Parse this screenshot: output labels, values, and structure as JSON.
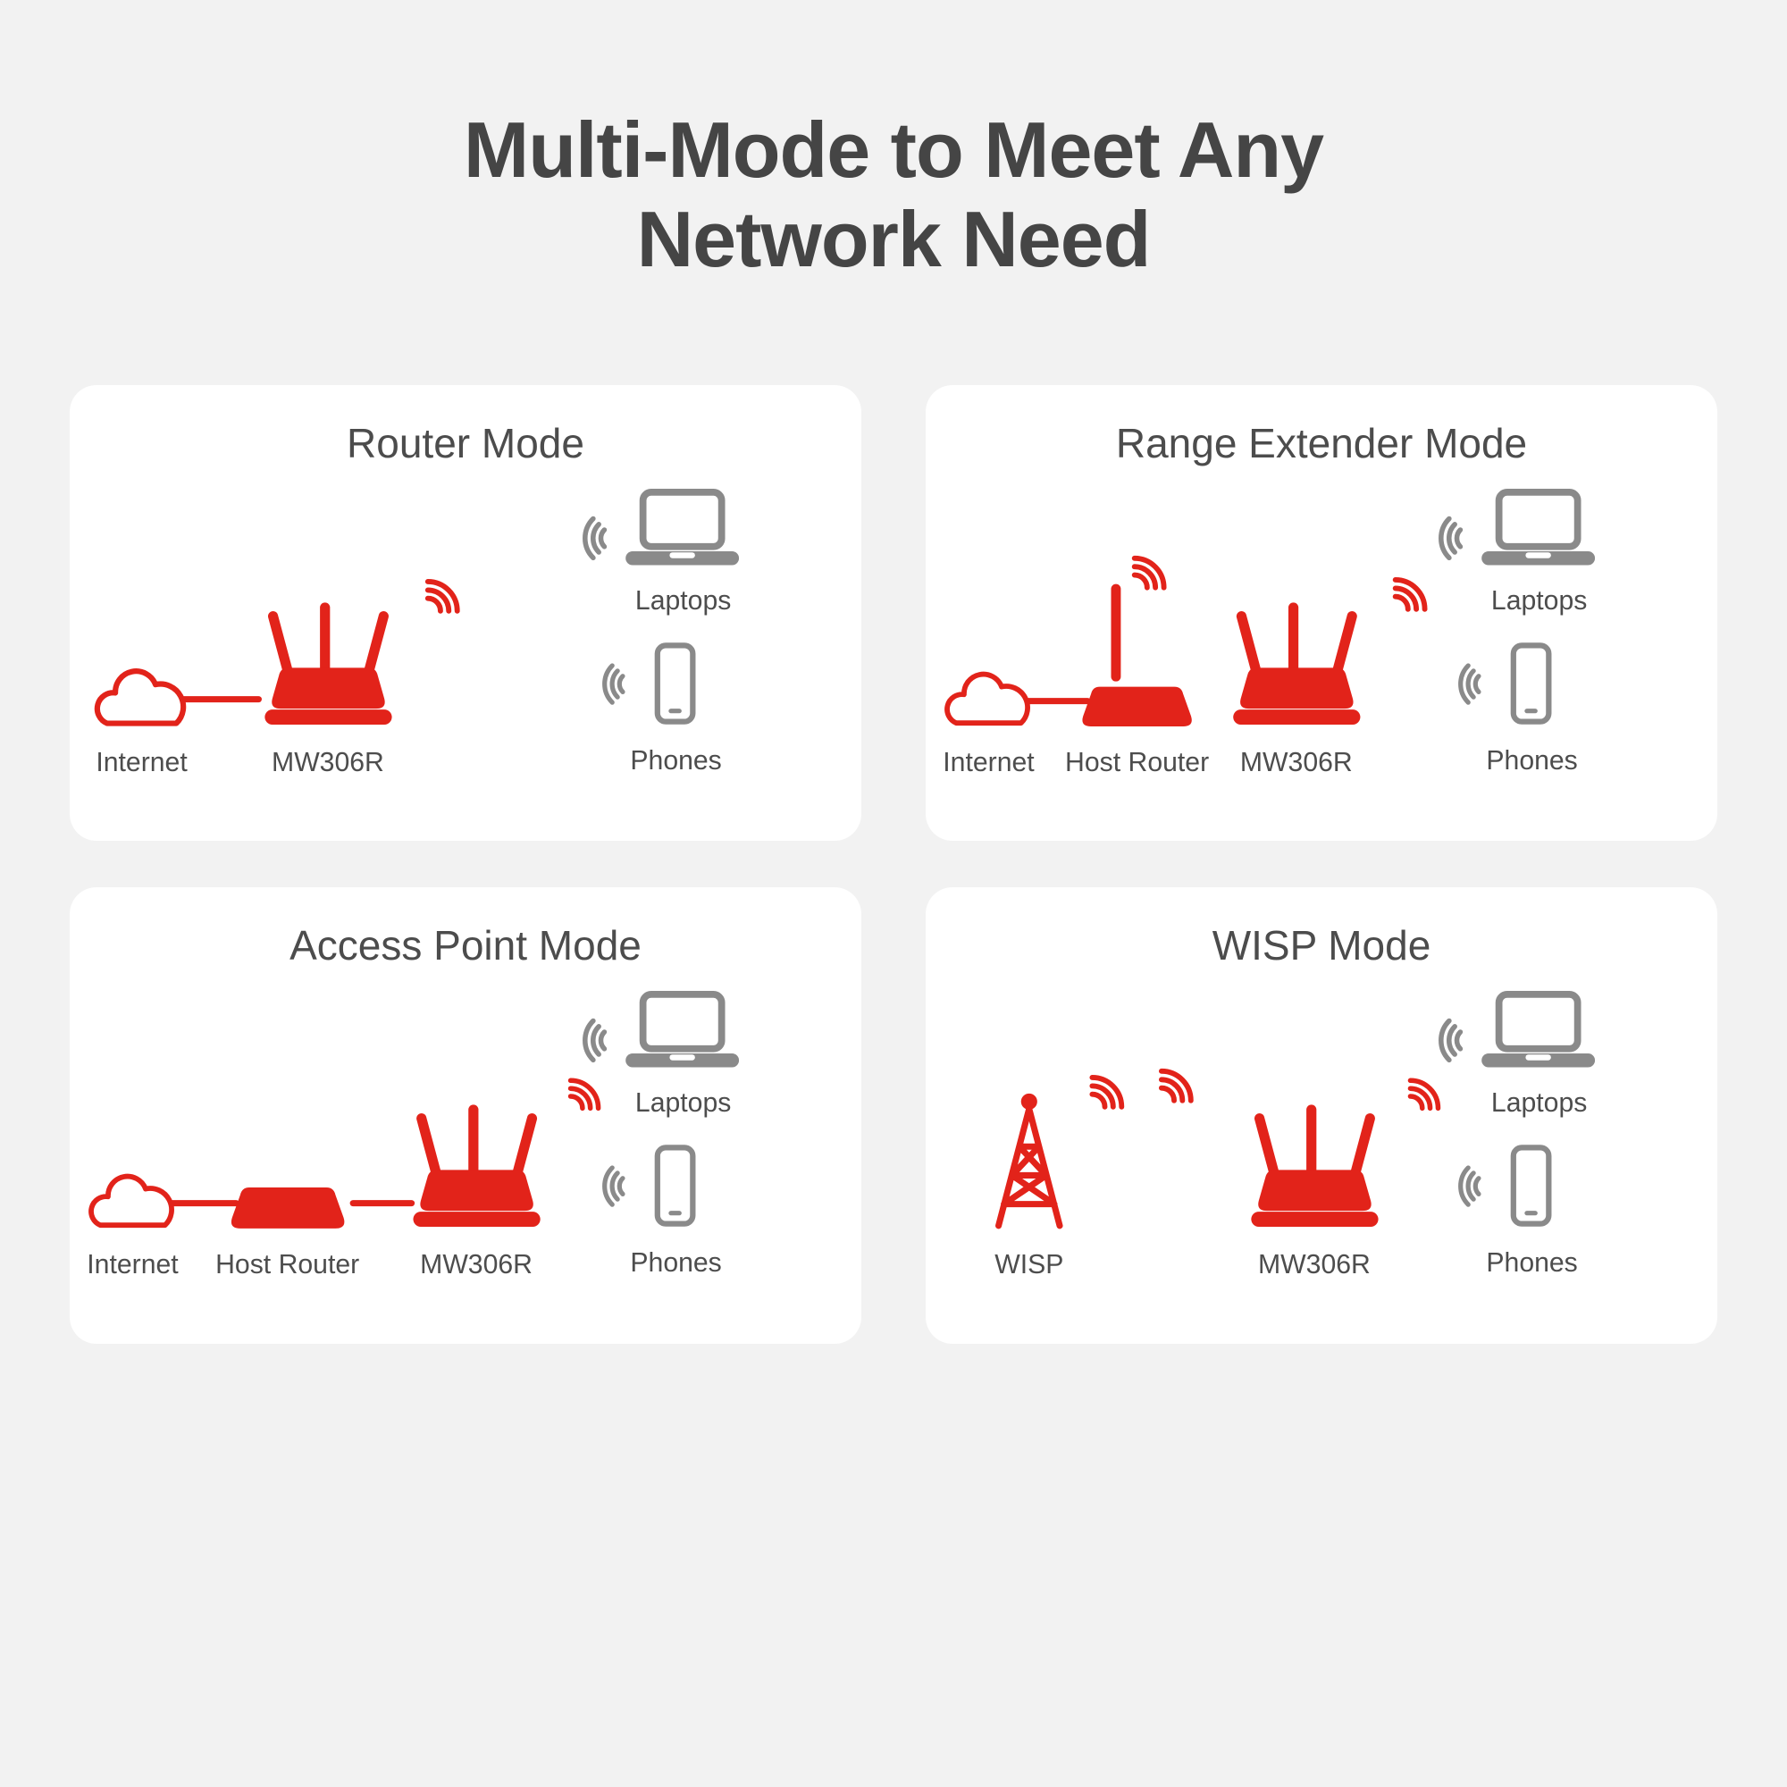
{
  "page": {
    "title": "Multi-Mode to Meet Any Network Need"
  },
  "colors": {
    "accent_red": "#e2231a",
    "device_gray": "#8a8a8a",
    "heading_text": "#454545",
    "label_text": "#4d4d4d",
    "page_background": "#f2f2f2",
    "card_background": "#ffffff"
  },
  "icons": {
    "cloud": "internet-cloud-icon",
    "router": "wireless-router-icon",
    "host_router": "host-router-icon",
    "antenna": "antenna-icon",
    "wifi": "wifi-waves-icon",
    "laptop": "laptop-icon",
    "phone": "phone-icon",
    "tower": "wisp-tower-icon"
  },
  "cards": [
    {
      "title": "Router Mode",
      "labels": {
        "internet": "Internet",
        "router": "MW306R"
      },
      "devices": {
        "laptops": "Laptops",
        "phones": "Phones"
      }
    },
    {
      "title": "Range Extender Mode",
      "labels": {
        "internet": "Internet",
        "host_router": "Host Router",
        "router": "MW306R"
      },
      "devices": {
        "laptops": "Laptops",
        "phones": "Phones"
      }
    },
    {
      "title": "Access Point Mode",
      "labels": {
        "internet": "Internet",
        "host_router": "Host Router",
        "router": "MW306R"
      },
      "devices": {
        "laptops": "Laptops",
        "phones": "Phones"
      }
    },
    {
      "title": "WISP Mode",
      "labels": {
        "wisp": "WISP",
        "router": "MW306R"
      },
      "devices": {
        "laptops": "Laptops",
        "phones": "Phones"
      }
    }
  ]
}
